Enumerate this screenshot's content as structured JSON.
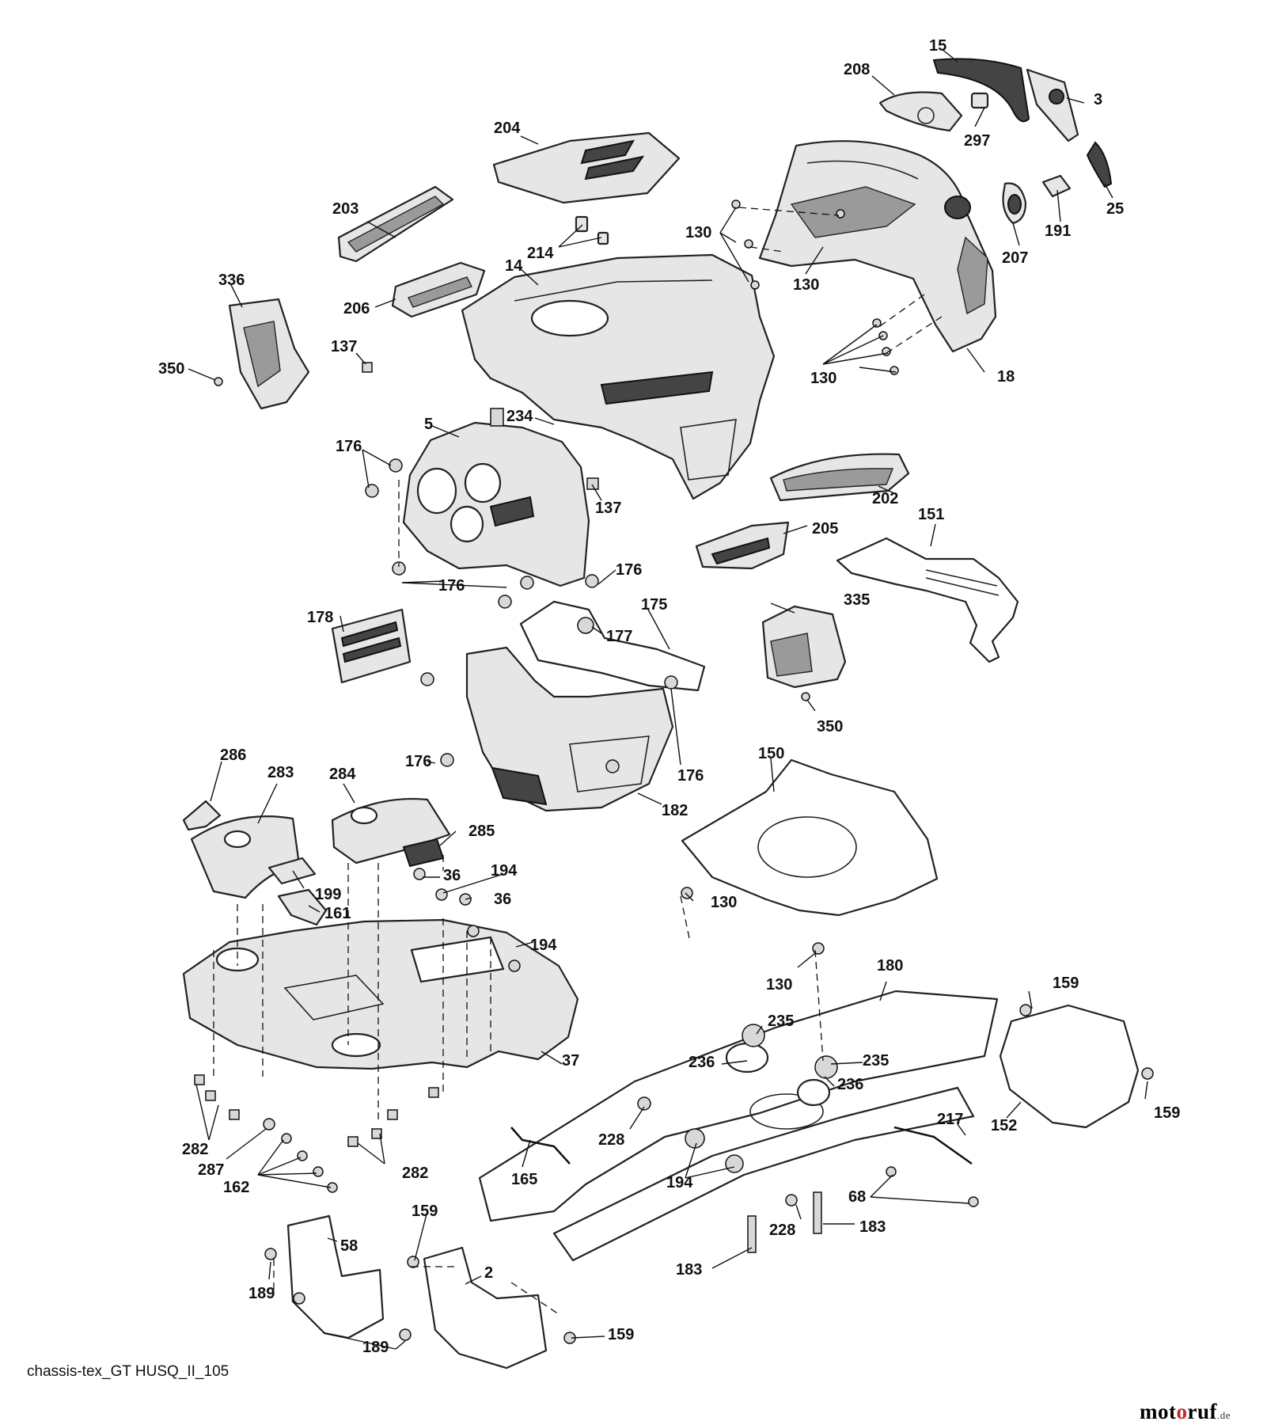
{
  "diagram": {
    "caption": "chassis-tex_GT HUSQ_II_105",
    "brand": {
      "prefix": "mot",
      "o_letter": "o",
      "suffix": "ruf",
      "tld": ".de",
      "accent": "#c62828"
    },
    "callouts": {
      "c15": "15",
      "c208": "208",
      "c3": "3",
      "c297": "297",
      "c204": "204",
      "c25": "25",
      "c191": "191",
      "c207": "207",
      "c203": "203",
      "c130a": "130",
      "c214": "214",
      "c14": "14",
      "c130b": "130",
      "c336": "336",
      "c206": "206",
      "c137a": "137",
      "c350a": "350",
      "c130c": "130",
      "c18": "18",
      "c234": "234",
      "c5": "5",
      "c176a": "176",
      "c137b": "137",
      "c202": "202",
      "c205": "205",
      "c151": "151",
      "c176b": "176",
      "c176c": "176",
      "c175": "175",
      "c335": "335",
      "c178": "178",
      "c177": "177",
      "c350b": "350",
      "c150": "150",
      "c176d": "176",
      "c176e": "176",
      "c286": "286",
      "c283": "283",
      "c284": "284",
      "c182": "182",
      "c285": "285",
      "c36a": "36",
      "c194a": "194",
      "c199": "199",
      "c36b": "36",
      "c130d": "130",
      "c161": "161",
      "c194b": "194",
      "c130e": "130",
      "c180": "180",
      "c159a": "159",
      "c235a": "235",
      "c37": "37",
      "c236a": "236",
      "c235b": "235",
      "c236b": "236",
      "c159b": "159",
      "c228a": "228",
      "c217": "217",
      "c152": "152",
      "c282a": "282",
      "c287": "287",
      "c282b": "282",
      "c165": "165",
      "c194c": "194",
      "c162": "162",
      "c68": "68",
      "c159c": "159",
      "c58": "58",
      "c228b": "228",
      "c183a": "183",
      "c2": "2",
      "c189a": "189",
      "c183b": "183",
      "c189b": "189",
      "c159d": "159"
    }
  }
}
